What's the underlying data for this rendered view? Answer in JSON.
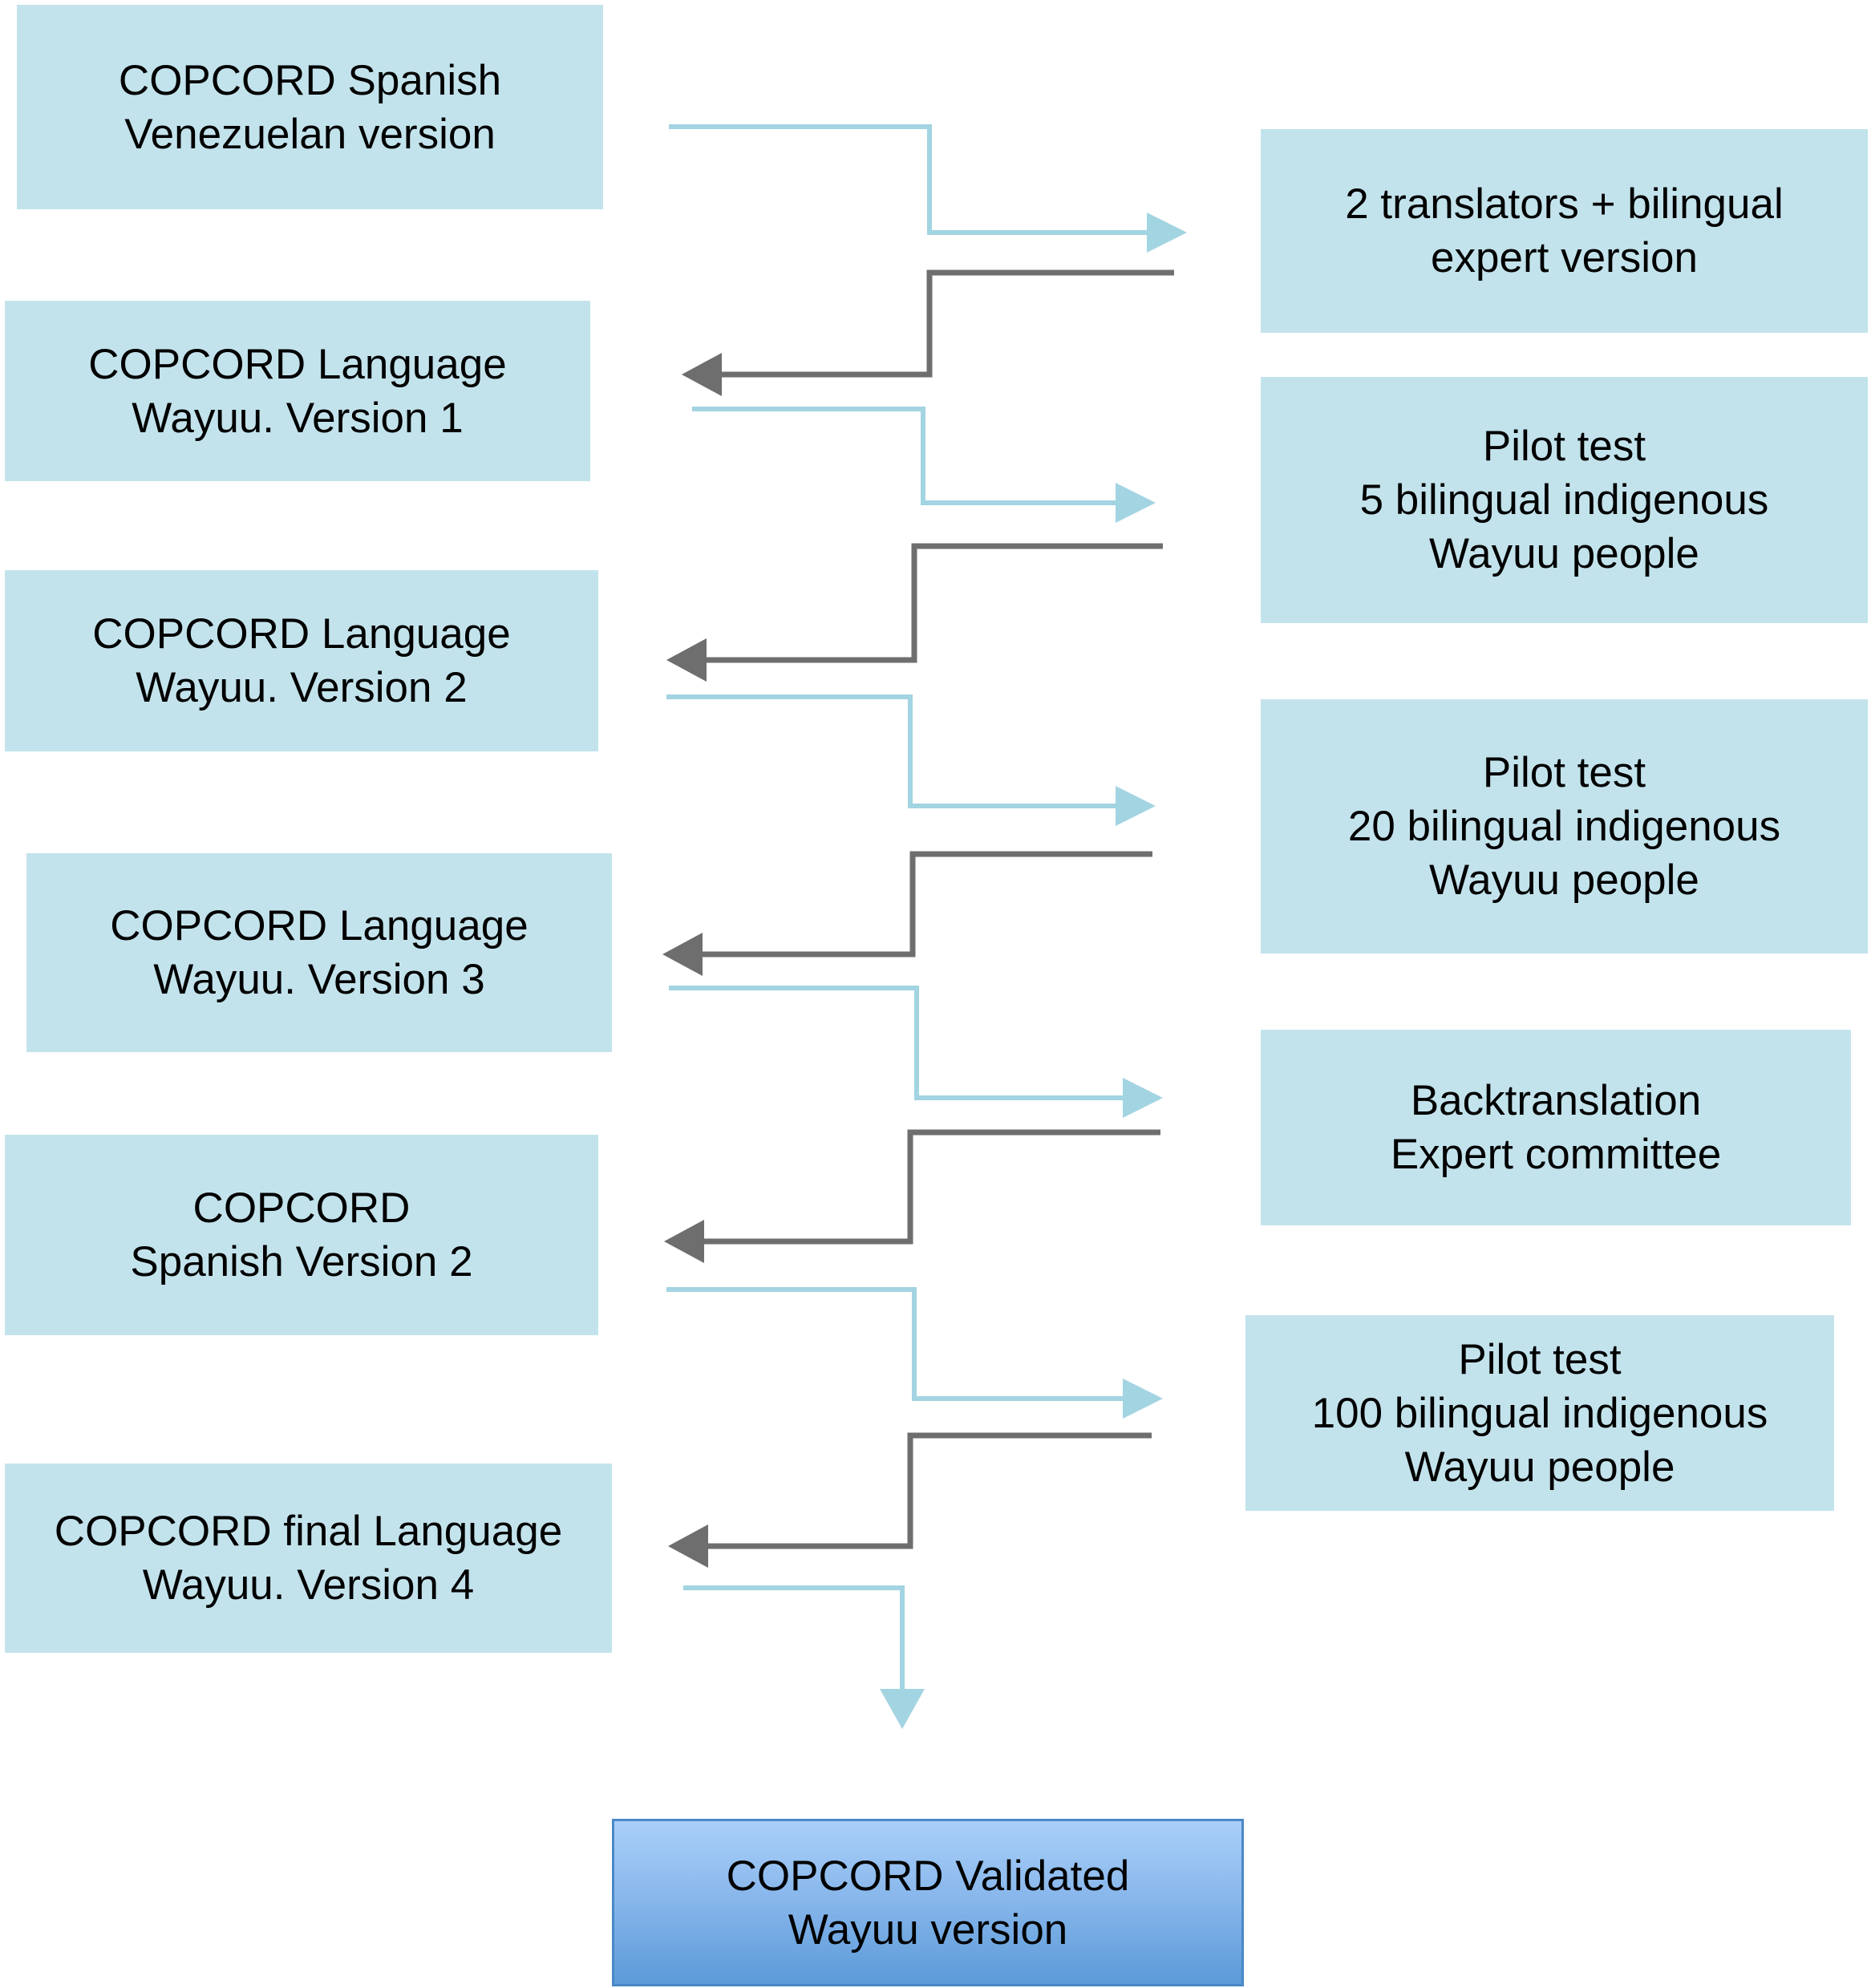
{
  "diagram": {
    "type": "flowchart",
    "colors": {
      "box_fill": "#c3e3ec",
      "forward_connector": "#a3d4e2",
      "return_connector": "#6e6e6e",
      "final_box_top": "#a9cff9",
      "final_box_bottom": "#5b9ad8"
    },
    "left_column": [
      {
        "label": "COPCORD Spanish\nVenezuelan version"
      },
      {
        "label": "COPCORD Language\nWayuu. Version 1"
      },
      {
        "label": "COPCORD Language\nWayuu. Version 2"
      },
      {
        "label": "COPCORD Language\nWayuu. Version 3"
      },
      {
        "label": "COPCORD\nSpanish Version 2"
      },
      {
        "label": "COPCORD final Language\nWayuu. Version 4"
      }
    ],
    "right_column": [
      {
        "label": "2 translators + bilingual\nexpert version"
      },
      {
        "label": "Pilot test\n5 bilingual indigenous\nWayuu people"
      },
      {
        "label": "Pilot test\n20 bilingual indigenous\nWayuu people"
      },
      {
        "label": "Backtranslation\nExpert committee"
      },
      {
        "label": "Pilot test\n100 bilingual indigenous\nWayuu people"
      }
    ],
    "final": {
      "label": "COPCORD Validated\nWayuu version"
    },
    "edges": [
      {
        "from": "left_column.0",
        "to": "right_column.0",
        "kind": "forward"
      },
      {
        "from": "right_column.0",
        "to": "left_column.1",
        "kind": "return"
      },
      {
        "from": "left_column.1",
        "to": "right_column.1",
        "kind": "forward"
      },
      {
        "from": "right_column.1",
        "to": "left_column.2",
        "kind": "return"
      },
      {
        "from": "left_column.2",
        "to": "right_column.2",
        "kind": "forward"
      },
      {
        "from": "right_column.2",
        "to": "left_column.3",
        "kind": "return"
      },
      {
        "from": "left_column.3",
        "to": "right_column.3",
        "kind": "forward"
      },
      {
        "from": "right_column.3",
        "to": "left_column.4",
        "kind": "return"
      },
      {
        "from": "left_column.4",
        "to": "right_column.4",
        "kind": "forward"
      },
      {
        "from": "right_column.4",
        "to": "left_column.5",
        "kind": "return"
      },
      {
        "from": "left_column.5",
        "to": "final",
        "kind": "forward"
      }
    ]
  }
}
